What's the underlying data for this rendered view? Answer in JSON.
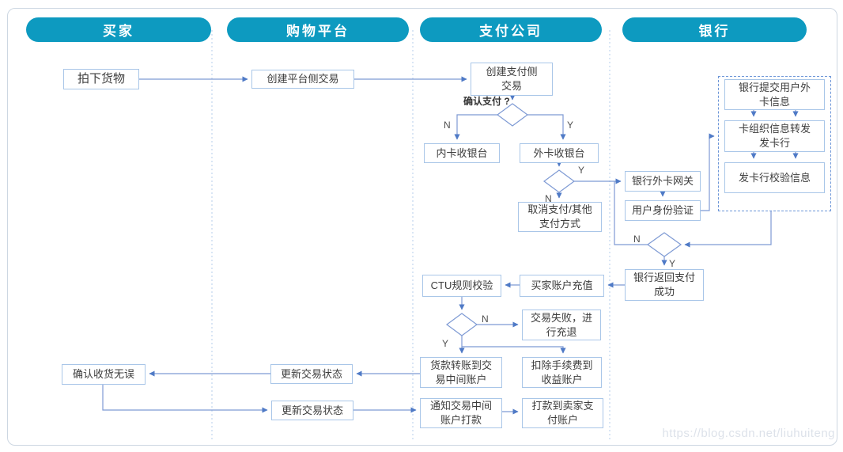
{
  "lanes": [
    {
      "label": "买家"
    },
    {
      "label": "购物平台"
    },
    {
      "label": "支付公司"
    },
    {
      "label": "银行"
    }
  ],
  "nodes": {
    "place_order": {
      "label": "拍下货物"
    },
    "confirm_receipt": {
      "label": "确认收货无误"
    },
    "create_platform_txn": {
      "label": "创建平台侧交易"
    },
    "update_txn_status_1": {
      "label": "更新交易状态"
    },
    "update_txn_status_2": {
      "label": "更新交易状态"
    },
    "create_payment_txn": {
      "label": "创建支付侧\n交易"
    },
    "domestic_card_cashier": {
      "label": "内卡收银台"
    },
    "foreign_card_cashier": {
      "label": "外卡收银台"
    },
    "cancel_payment": {
      "label": "取消支付/其他\n支付方式"
    },
    "ctu_check": {
      "label": "CTU规则校验"
    },
    "buyer_account_topup": {
      "label": "买家账户充值"
    },
    "txn_failed_refund": {
      "label": "交易失败，进\n行充退"
    },
    "transfer_to_intermediate": {
      "label": "货款转账到交\n易中间账户"
    },
    "deduct_fee": {
      "label": "扣除手续费到\n收益账户"
    },
    "notify_intermediate_payout": {
      "label": "通知交易中间\n账户打款"
    },
    "payout_to_seller": {
      "label": "打款到卖家支\n付账户"
    },
    "bank_foreign_gateway": {
      "label": "银行外卡网关"
    },
    "user_identity_verify": {
      "label": "用户身份验证"
    },
    "bank_submit_card_info": {
      "label": "银行提交用户外\n卡信息"
    },
    "card_org_forward": {
      "label": "卡组织信息转发\n发卡行"
    },
    "issuer_verify_info": {
      "label": "发卡行校验信息"
    },
    "bank_return_success": {
      "label": "银行返回支付\n成功"
    }
  },
  "decision_labels": {
    "confirm_payment": "确认支付 ?"
  },
  "edge_labels": {
    "n": "N",
    "y": "Y"
  },
  "watermark": "https://blog.csdn.net/liuhuiteng",
  "colors": {
    "lane_header": "#0d9ac0",
    "box_border": "#a9c6e8",
    "connector": "#7e9ad4",
    "arrowhead": "#4f7ac6",
    "text": "#3d3d3d"
  }
}
